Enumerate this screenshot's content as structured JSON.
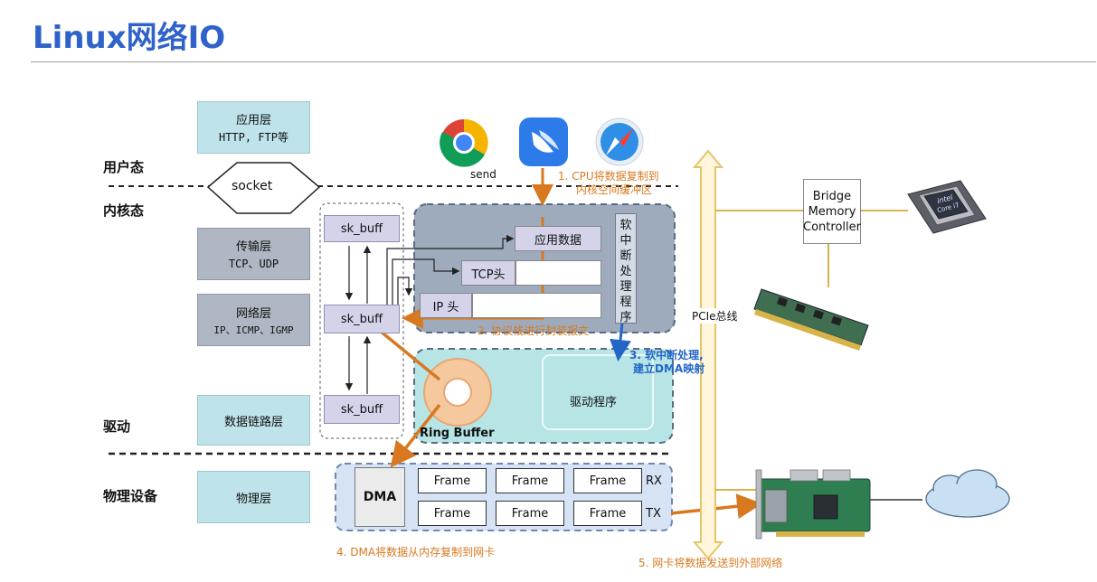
{
  "title": "Linux网络IO",
  "zones": {
    "user": "用户态",
    "kernel": "内核态",
    "driver": "驱动",
    "physical": "物理设备"
  },
  "layers": {
    "app": {
      "name": "应用层",
      "protocols": "HTTP, FTP等"
    },
    "socket": "socket",
    "transport": {
      "name": "传输层",
      "protocols": "TCP、UDP"
    },
    "network": {
      "name": "网络层",
      "protocols": "IP、ICMP、IGMP"
    },
    "datalink": {
      "name": "数据链路层"
    },
    "physical": {
      "name": "物理层"
    }
  },
  "skbuff": [
    "sk_buff",
    "sk_buff",
    "sk_buff"
  ],
  "packet": {
    "app_data": "应用数据",
    "tcp_header": "TCP头",
    "ip_header": "IP 头"
  },
  "softirq": "软中断处理程序",
  "ring_buffer": "Ring Buffer",
  "driver_program": "驱动程序",
  "dma": "DMA",
  "frames": {
    "rx": [
      "Frame",
      "Frame",
      "Frame"
    ],
    "tx": [
      "Frame",
      "Frame",
      "Frame"
    ],
    "rx_label": "RX",
    "tx_label": "TX"
  },
  "app_send_label": "send",
  "steps": {
    "s1_line1": "1. CPU将数据复制到",
    "s1_line2": "内核空间缓冲区",
    "s2": "2. 协议栈进行封装报文",
    "s3_line1": "3. 软中断处理,",
    "s3_line2": "建立DMA映射",
    "s4": "4. DMA将数据从内存复制到网卡",
    "s5": "5. 网卡将数据发送到外部网络"
  },
  "pcie_label": "PCIe总线",
  "bridge": {
    "line1": "Bridge",
    "line2": "Memory",
    "line3": "Controller"
  },
  "cpu_chip": {
    "line1": "intel",
    "line2": "Core i7"
  },
  "icons": [
    "chrome-icon",
    "feishu-icon",
    "safari-icon",
    "cpu-chip-icon",
    "memory-module-icon",
    "network-card-icon",
    "cloud-icon"
  ],
  "colors": {
    "title": "#2f63c9",
    "orange": "#d8791f",
    "blue": "#2266c6",
    "pcie": "#e6c46a",
    "layer_teal": "#bfe3ea",
    "layer_gray": "#aeb7c3"
  }
}
